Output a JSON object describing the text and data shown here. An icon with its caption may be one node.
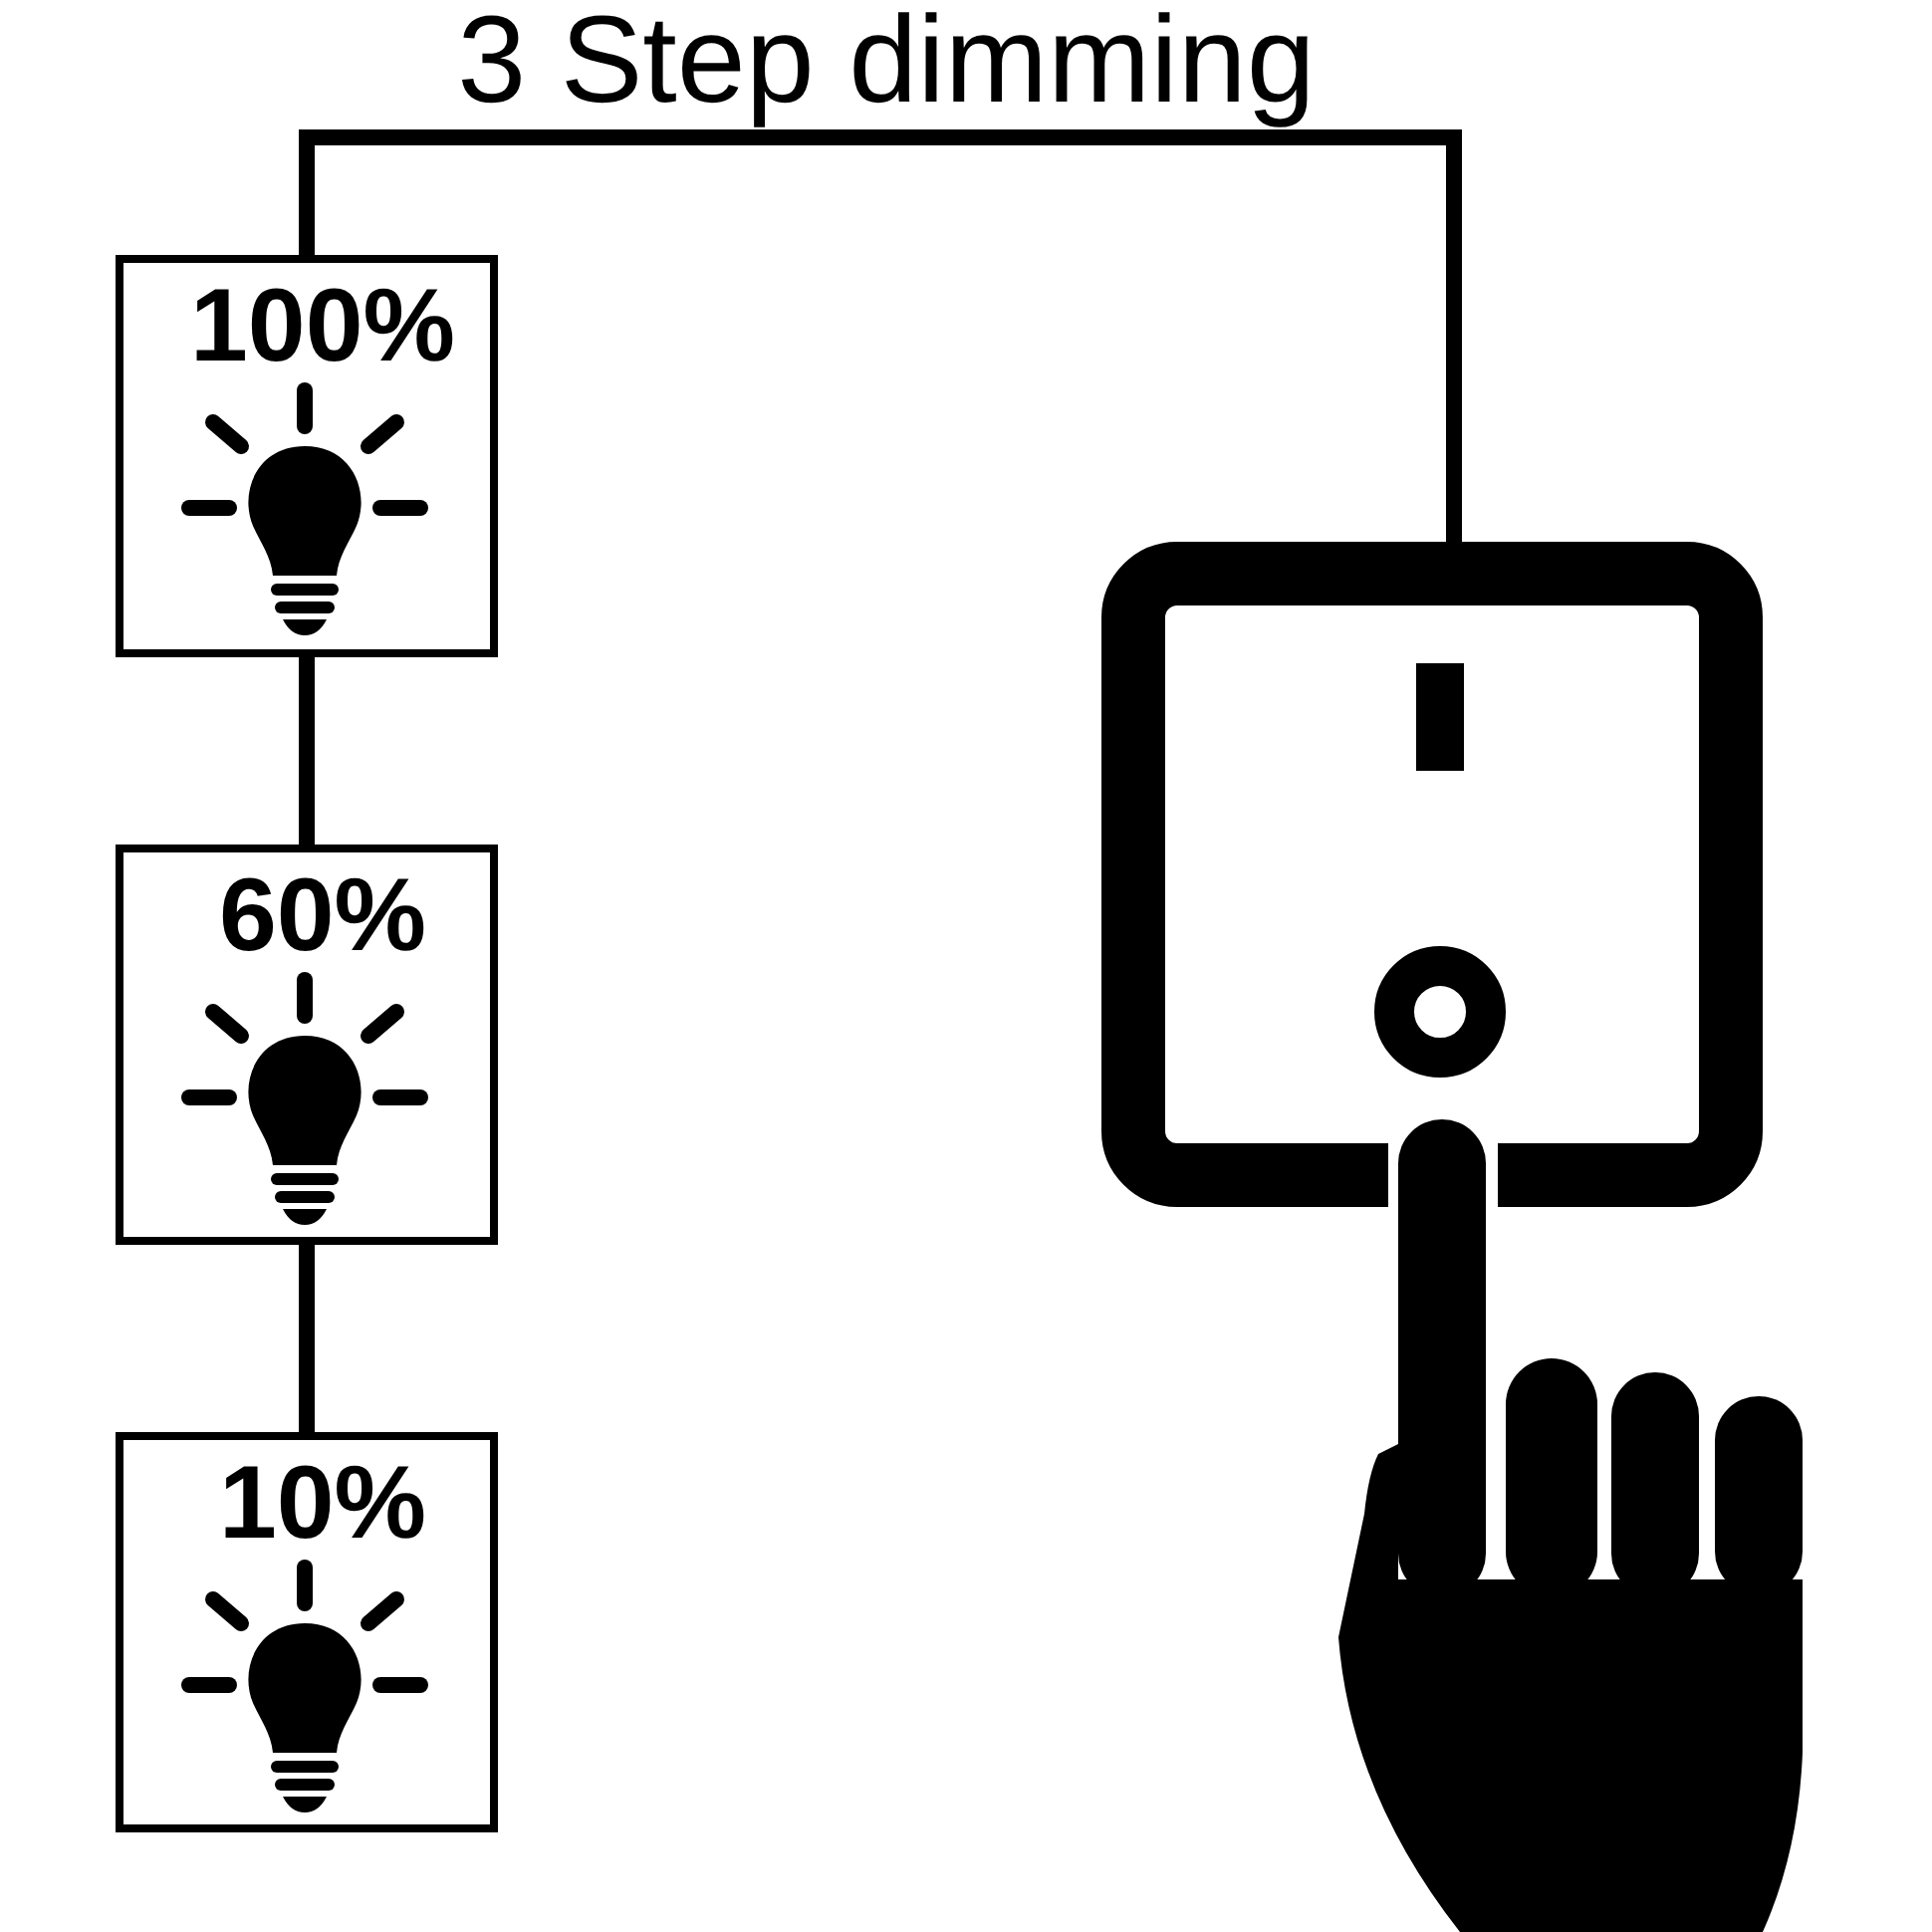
{
  "diagram": {
    "title": "3 Step dimming",
    "nodes": [
      {
        "text": [
          "100%"
        ]
      },
      {
        "text": [
          "60%"
        ]
      },
      {
        "text": [
          "10%"
        ]
      },
      {
        "text": [],
        "shape": "picture"
      }
    ],
    "edges": [
      {
        "from": 0,
        "to": 1,
        "arrow": "none"
      },
      {
        "from": 1,
        "to": 2,
        "arrow": "none"
      },
      {
        "from": 0,
        "to": 3,
        "arrow": "none"
      }
    ]
  }
}
